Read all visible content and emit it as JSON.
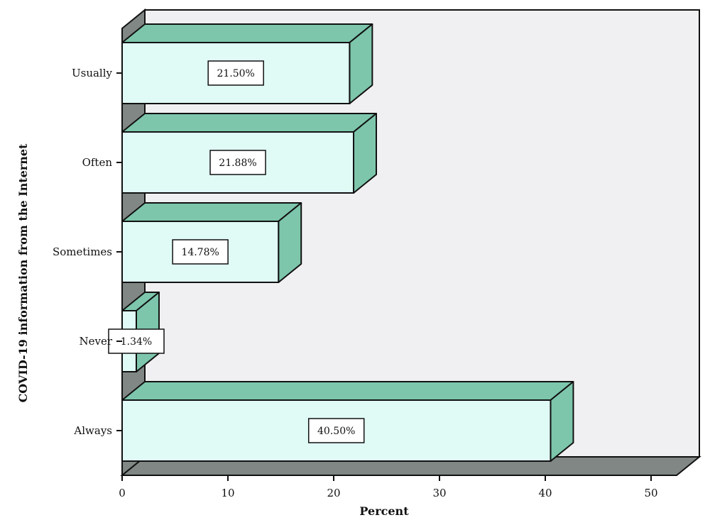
{
  "chart_data": {
    "type": "bar",
    "orientation": "horizontal",
    "style": "3d",
    "categories": [
      "Usually",
      "Often",
      "Sometimes",
      "Never",
      "Always"
    ],
    "values": [
      21.5,
      21.88,
      14.78,
      1.34,
      40.5
    ],
    "data_labels": [
      "21.50%",
      "21.88%",
      "14.78%",
      "1.34%",
      "40.50%"
    ],
    "xlabel": "Percent",
    "ylabel": "COVID-19 information from the Internet",
    "xlim": [
      0,
      52
    ],
    "xticks": [
      0,
      10,
      20,
      30,
      40,
      50
    ],
    "xtick_labels": [
      "0",
      "10",
      "20",
      "30",
      "40",
      "50"
    ],
    "grid": false,
    "legend": "none",
    "colors": {
      "bar_front": "#e0fbf6",
      "bar_top": "#7dc6ac",
      "bar_side": "#7dc6ac",
      "wall_back": "#f0f0f2",
      "wall_floor": "#808785",
      "outline": "#111111"
    }
  }
}
